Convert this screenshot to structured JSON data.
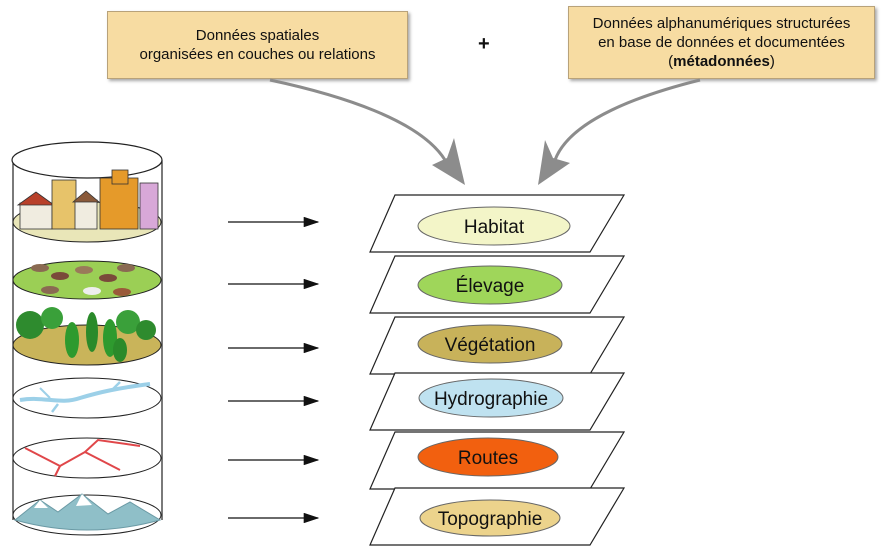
{
  "sources": {
    "spatial": {
      "line1": "Données spatiales",
      "line2": "organisées en couches ou relations"
    },
    "plus": "+",
    "alpha": {
      "line1": "Données alphanumériques structurées",
      "line2": "en base de données et documentées",
      "line3_open": "(",
      "line3_bold": "métadonnées",
      "line3_close": ")"
    }
  },
  "layers": [
    {
      "label": "Habitat",
      "color": "#f3f5c8",
      "icon": "houses-icon"
    },
    {
      "label": "Élevage",
      "color": "#9fd65a",
      "icon": "livestock-icon"
    },
    {
      "label": "Végétation",
      "color": "#c8b25a",
      "icon": "trees-icon"
    },
    {
      "label": "Hydrographie",
      "color": "#bfe2f0",
      "icon": "rivers-icon"
    },
    {
      "label": "Routes",
      "color": "#f2600f",
      "icon": "roads-icon"
    },
    {
      "label": "Topographie",
      "color": "#ecd38c",
      "icon": "mountains-icon"
    }
  ],
  "colors": {
    "box_fill": "#f7dca2",
    "arrow_gray": "#8c8c8c"
  }
}
